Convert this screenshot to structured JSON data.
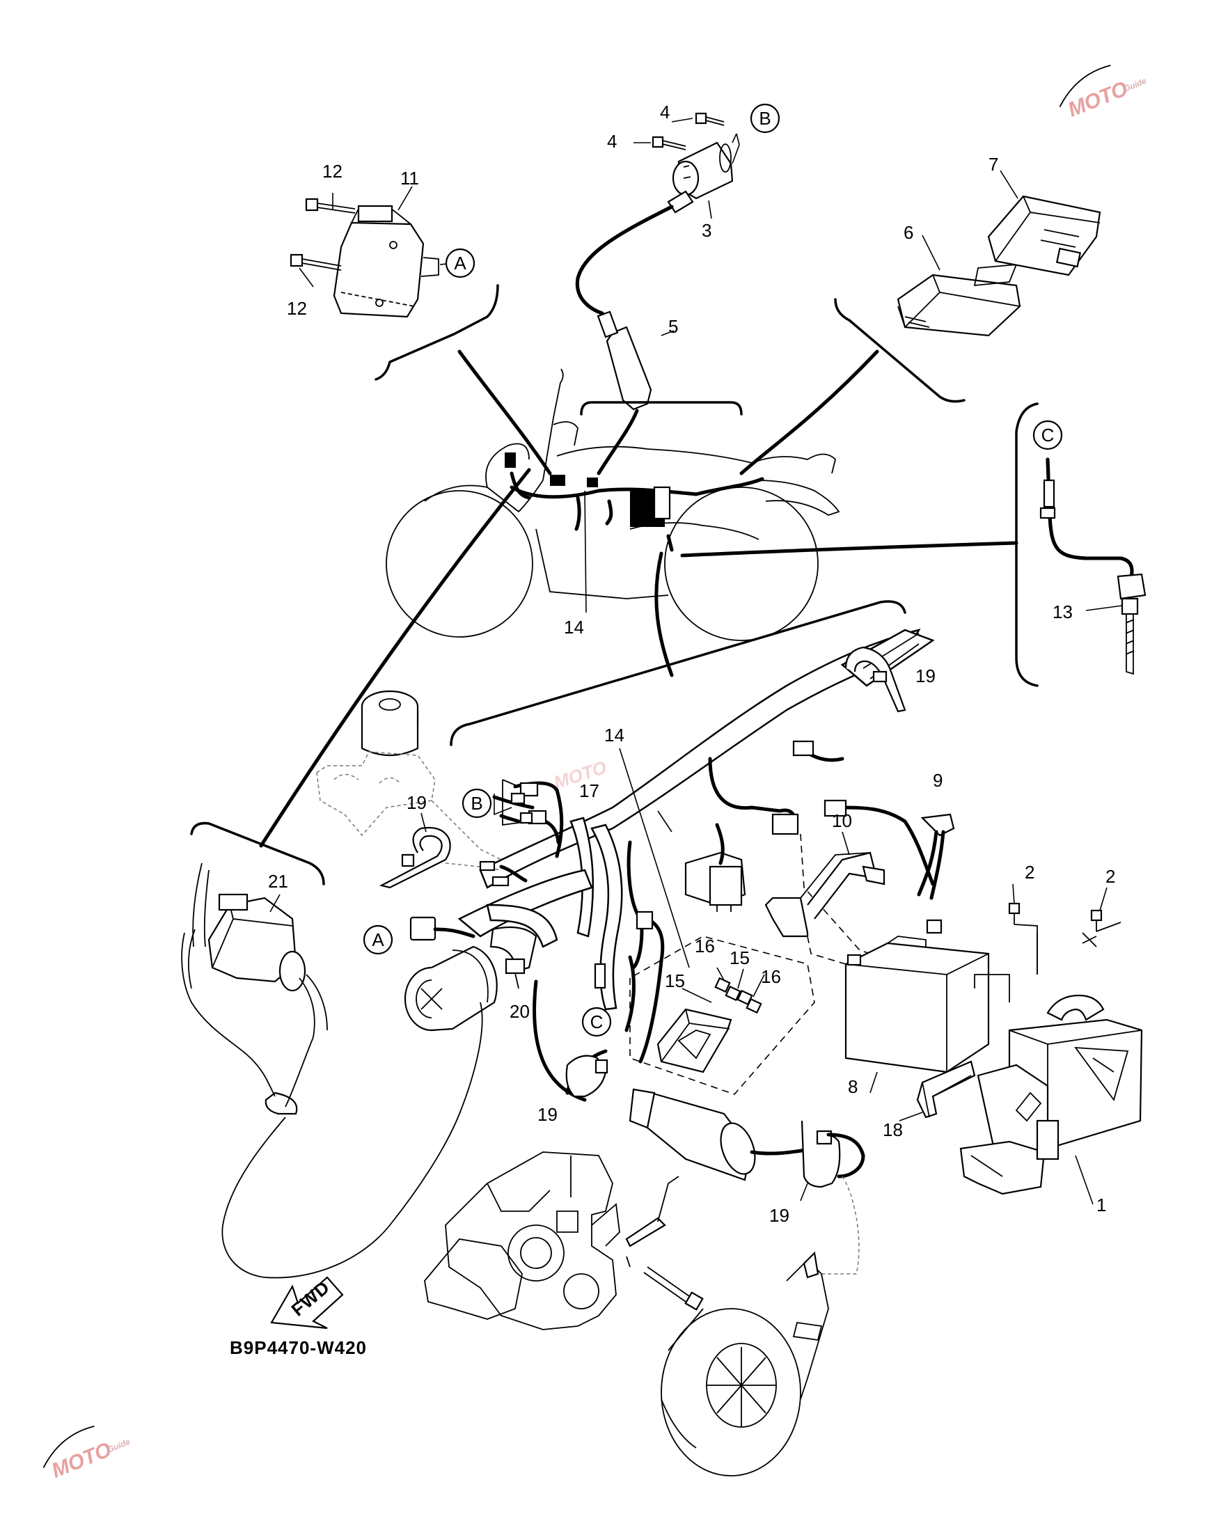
{
  "diagram": {
    "code": "B9P4470-W420",
    "fwd_label": "FWD",
    "watermark_brand": "MOTO",
    "watermark_sub": "Guide",
    "callouts": [
      {
        "id": "c1",
        "label": "1"
      },
      {
        "id": "c2a",
        "label": "2"
      },
      {
        "id": "c2b",
        "label": "2"
      },
      {
        "id": "c3",
        "label": "3"
      },
      {
        "id": "c4a",
        "label": "4"
      },
      {
        "id": "c4b",
        "label": "4"
      },
      {
        "id": "c5",
        "label": "5"
      },
      {
        "id": "c6",
        "label": "6"
      },
      {
        "id": "c7",
        "label": "7"
      },
      {
        "id": "c8",
        "label": "8"
      },
      {
        "id": "c9",
        "label": "9"
      },
      {
        "id": "c10",
        "label": "10"
      },
      {
        "id": "c11",
        "label": "11"
      },
      {
        "id": "c12a",
        "label": "12"
      },
      {
        "id": "c12b",
        "label": "12"
      },
      {
        "id": "c13",
        "label": "13"
      },
      {
        "id": "c14a",
        "label": "14"
      },
      {
        "id": "c14b",
        "label": "14"
      },
      {
        "id": "c15a",
        "label": "15"
      },
      {
        "id": "c15b",
        "label": "15"
      },
      {
        "id": "c16a",
        "label": "16"
      },
      {
        "id": "c16b",
        "label": "16"
      },
      {
        "id": "c17",
        "label": "17"
      },
      {
        "id": "c18",
        "label": "18"
      },
      {
        "id": "c19a",
        "label": "19"
      },
      {
        "id": "c19b",
        "label": "19"
      },
      {
        "id": "c19c",
        "label": "19"
      },
      {
        "id": "c19d",
        "label": "19"
      },
      {
        "id": "c20",
        "label": "20"
      },
      {
        "id": "c21",
        "label": "21"
      }
    ],
    "refs": [
      {
        "id": "rA1",
        "label": "A"
      },
      {
        "id": "rA2",
        "label": "A"
      },
      {
        "id": "rB1",
        "label": "B"
      },
      {
        "id": "rB2",
        "label": "B"
      },
      {
        "id": "rC1",
        "label": "C"
      },
      {
        "id": "rC2",
        "label": "C"
      }
    ]
  }
}
